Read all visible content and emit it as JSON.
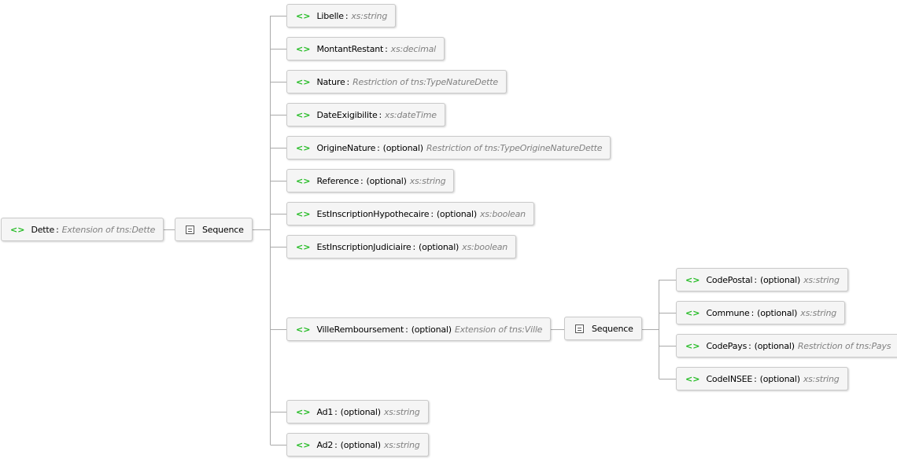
{
  "root": {
    "name": "Dette",
    "type": "Extension of tns:Dette",
    "icon": "element-icon",
    "sequence": {
      "label": "Sequence",
      "icon": "sequence-icon",
      "children": [
        {
          "name": "Libelle",
          "optional": "",
          "type": "xs:string"
        },
        {
          "name": "MontantRestant",
          "optional": "",
          "type": "xs:decimal"
        },
        {
          "name": "Nature",
          "optional": "",
          "type": "Restriction of tns:TypeNatureDette"
        },
        {
          "name": "DateExigibilite",
          "optional": "",
          "type": "xs:dateTime"
        },
        {
          "name": "OrigineNature",
          "optional": "(optional)",
          "type": "Restriction of tns:TypeOrigineNatureDette"
        },
        {
          "name": "Reference",
          "optional": "(optional)",
          "type": "xs:string"
        },
        {
          "name": "EstInscriptionHypothecaire",
          "optional": "(optional)",
          "type": "xs:boolean"
        },
        {
          "name": "EstInscriptionJudiciaire",
          "optional": "(optional)",
          "type": "xs:boolean"
        },
        {
          "name": "VilleRemboursement",
          "optional": "(optional)",
          "type": "Extension of tns:Ville"
        },
        {
          "name": "Ad1",
          "optional": "(optional)",
          "type": "xs:string"
        },
        {
          "name": "Ad2",
          "optional": "(optional)",
          "type": "xs:string"
        }
      ]
    }
  },
  "ville_sequence": {
    "label": "Sequence",
    "children": [
      {
        "name": "CodePostal",
        "optional": "(optional)",
        "type": "xs:string"
      },
      {
        "name": "Commune",
        "optional": "(optional)",
        "type": "xs:string"
      },
      {
        "name": "CodePays",
        "optional": "(optional)",
        "type": "Restriction of tns:Pays"
      },
      {
        "name": "CodeINSEE",
        "optional": "(optional)",
        "type": "xs:string"
      }
    ]
  },
  "element_glyph": "<>",
  "separator": ":",
  "colors": {
    "element_icon": "#1fba1f",
    "type_text": "#808080",
    "node_border": "#c9c9c9",
    "connector": "#aaaaaa"
  }
}
